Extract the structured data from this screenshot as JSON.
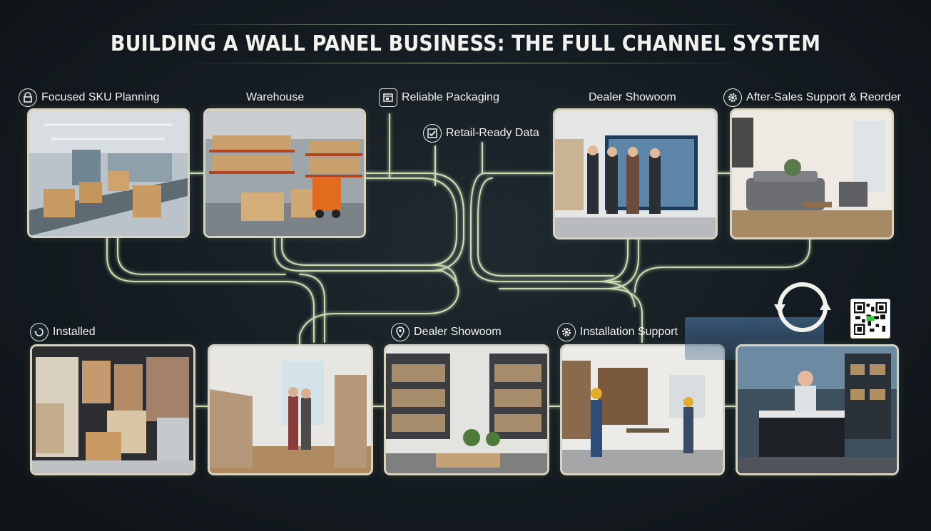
{
  "title": "BUILDING A WALL PANEL BUSINESS: THE FULL CHANNEL SYSTEM",
  "colors": {
    "background": "#141b20",
    "glow_line": "#dff0c0",
    "panel_border": "#d8d2bf",
    "text": "#f1f1ee"
  },
  "stages": {
    "focused_sku": {
      "label": "Focused SKU Planning",
      "icon": "padlock-box-icon"
    },
    "warehouse": {
      "label": "Warehouse"
    },
    "reliable_packaging": {
      "label": "Reliable Packaging",
      "icon": "package-label-icon"
    },
    "retail_ready": {
      "label": "Retail-Ready Data",
      "icon": "checkbox-icon"
    },
    "dealer_showroom_top": {
      "label": "Dealer Showoom"
    },
    "after_sales": {
      "label": "After-Sales Support & Reorder",
      "icon": "gear-icon"
    },
    "installed": {
      "label": "Installed",
      "icon": "cycle-badge-icon"
    },
    "dealer_showroom_bottom": {
      "label": "Dealer Showoom",
      "icon": "location-pin-icon"
    },
    "installation_support": {
      "label": "Installation Support",
      "icon": "gear-icon"
    }
  },
  "extras": {
    "reorder_icon": "circular-arrows-icon",
    "qr_icon": "qr-code-icon"
  }
}
